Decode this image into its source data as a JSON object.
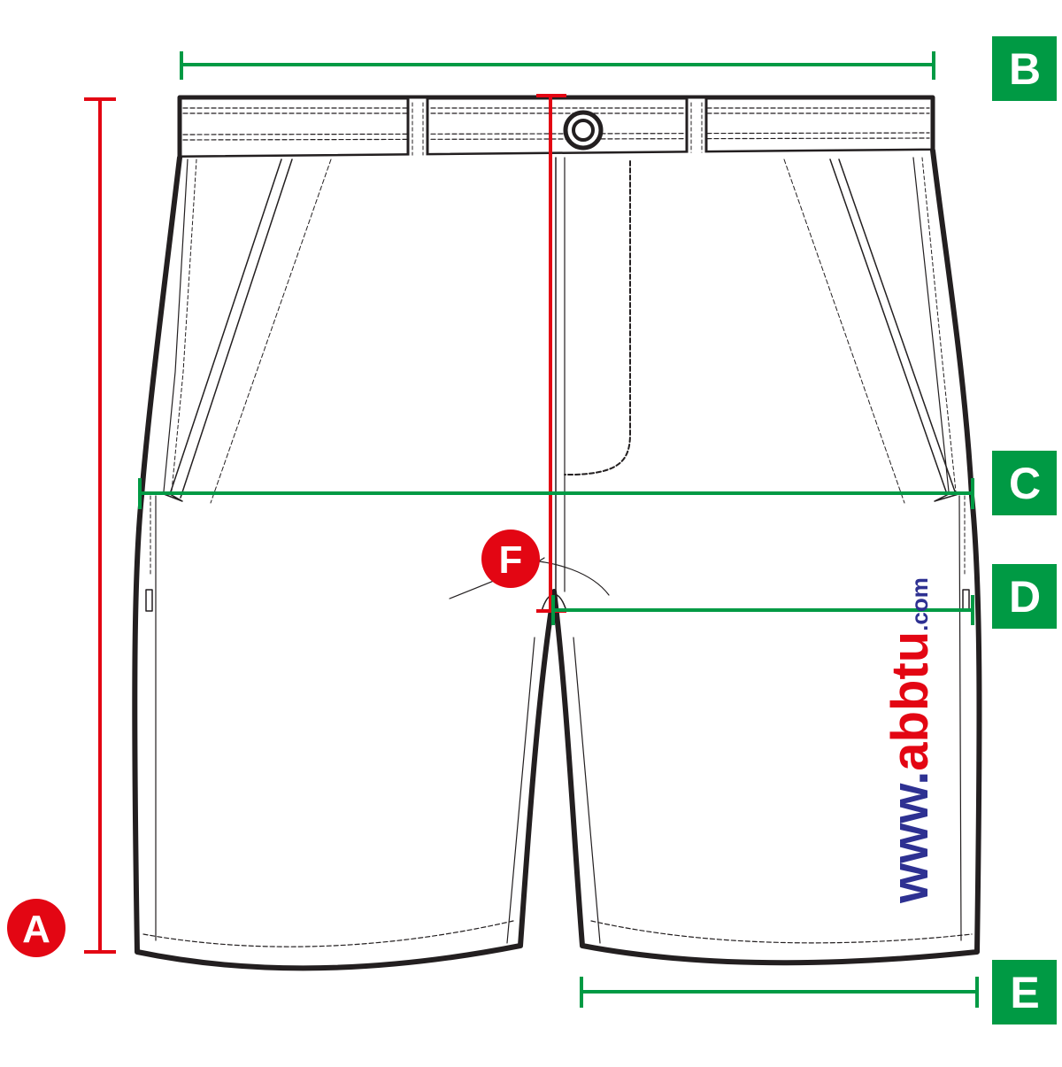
{
  "labels": {
    "A": "A",
    "B": "B",
    "C": "C",
    "D": "D",
    "E": "E",
    "F": "F"
  },
  "watermark": {
    "prefix": "www.",
    "brand": "abbtu",
    "suffix": ".com"
  },
  "colors": {
    "outline": "#231f20",
    "red_measure": "#e30613",
    "green_measure": "#009a44",
    "green_box": "#009a44",
    "label_text": "#ffffff",
    "watermark_blue": "#2e3192",
    "watermark_red": "#e30613"
  }
}
